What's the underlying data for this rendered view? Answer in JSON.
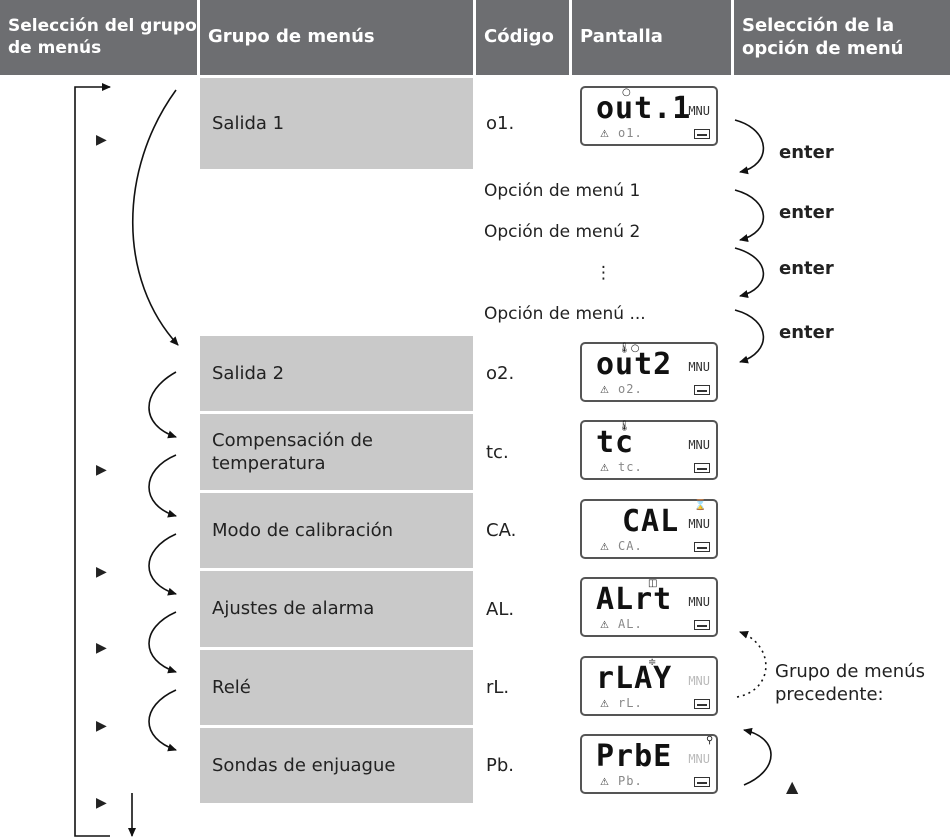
{
  "headers": {
    "selection": "Selección del grupo de menús",
    "group": "Grupo de menús",
    "code": "Código",
    "display": "Pantalla",
    "option": "Selección de la opción de menú"
  },
  "rows": [
    {
      "group": "Salida 1",
      "code": "o1.",
      "lcd_main": "out.1",
      "lcd_small": "o1.",
      "lcd_symbol": "○"
    },
    {
      "group": "Salida 2",
      "code": "o2.",
      "lcd_main": "out2",
      "lcd_small": "o2.",
      "lcd_symbol": "🌡○"
    },
    {
      "group": "Compensación de temperatura",
      "code": "tc.",
      "lcd_main": "tc",
      "lcd_small": "tc.",
      "lcd_symbol": "🌡"
    },
    {
      "group": "Modo de calibración",
      "code": "CA.",
      "lcd_main": "CAL",
      "lcd_small": "CA.",
      "lcd_symbol": "⌛"
    },
    {
      "group": "Ajustes de alarma",
      "code": "AL.",
      "lcd_main": "ALrt",
      "lcd_small": "AL.",
      "lcd_symbol": "◫"
    },
    {
      "group": "Relé",
      "code": "rL.",
      "lcd_main": "rLAY",
      "lcd_small": "rL.",
      "lcd_symbol": "≑"
    },
    {
      "group": "Sondas de enjuague",
      "code": "Pb.",
      "lcd_main": "PrbE",
      "lcd_small": "Pb.",
      "lcd_symbol": "⚲"
    }
  ],
  "lcd_mnu": "MNU",
  "options": [
    "Opción de menú 1",
    "Opción de menú 2",
    "⋮",
    "Opción de menú ..."
  ],
  "enter_label": "enter",
  "previous_group_label": "Grupo de menús precedente:",
  "up_arrow": "▲",
  "right_marker": "▶"
}
